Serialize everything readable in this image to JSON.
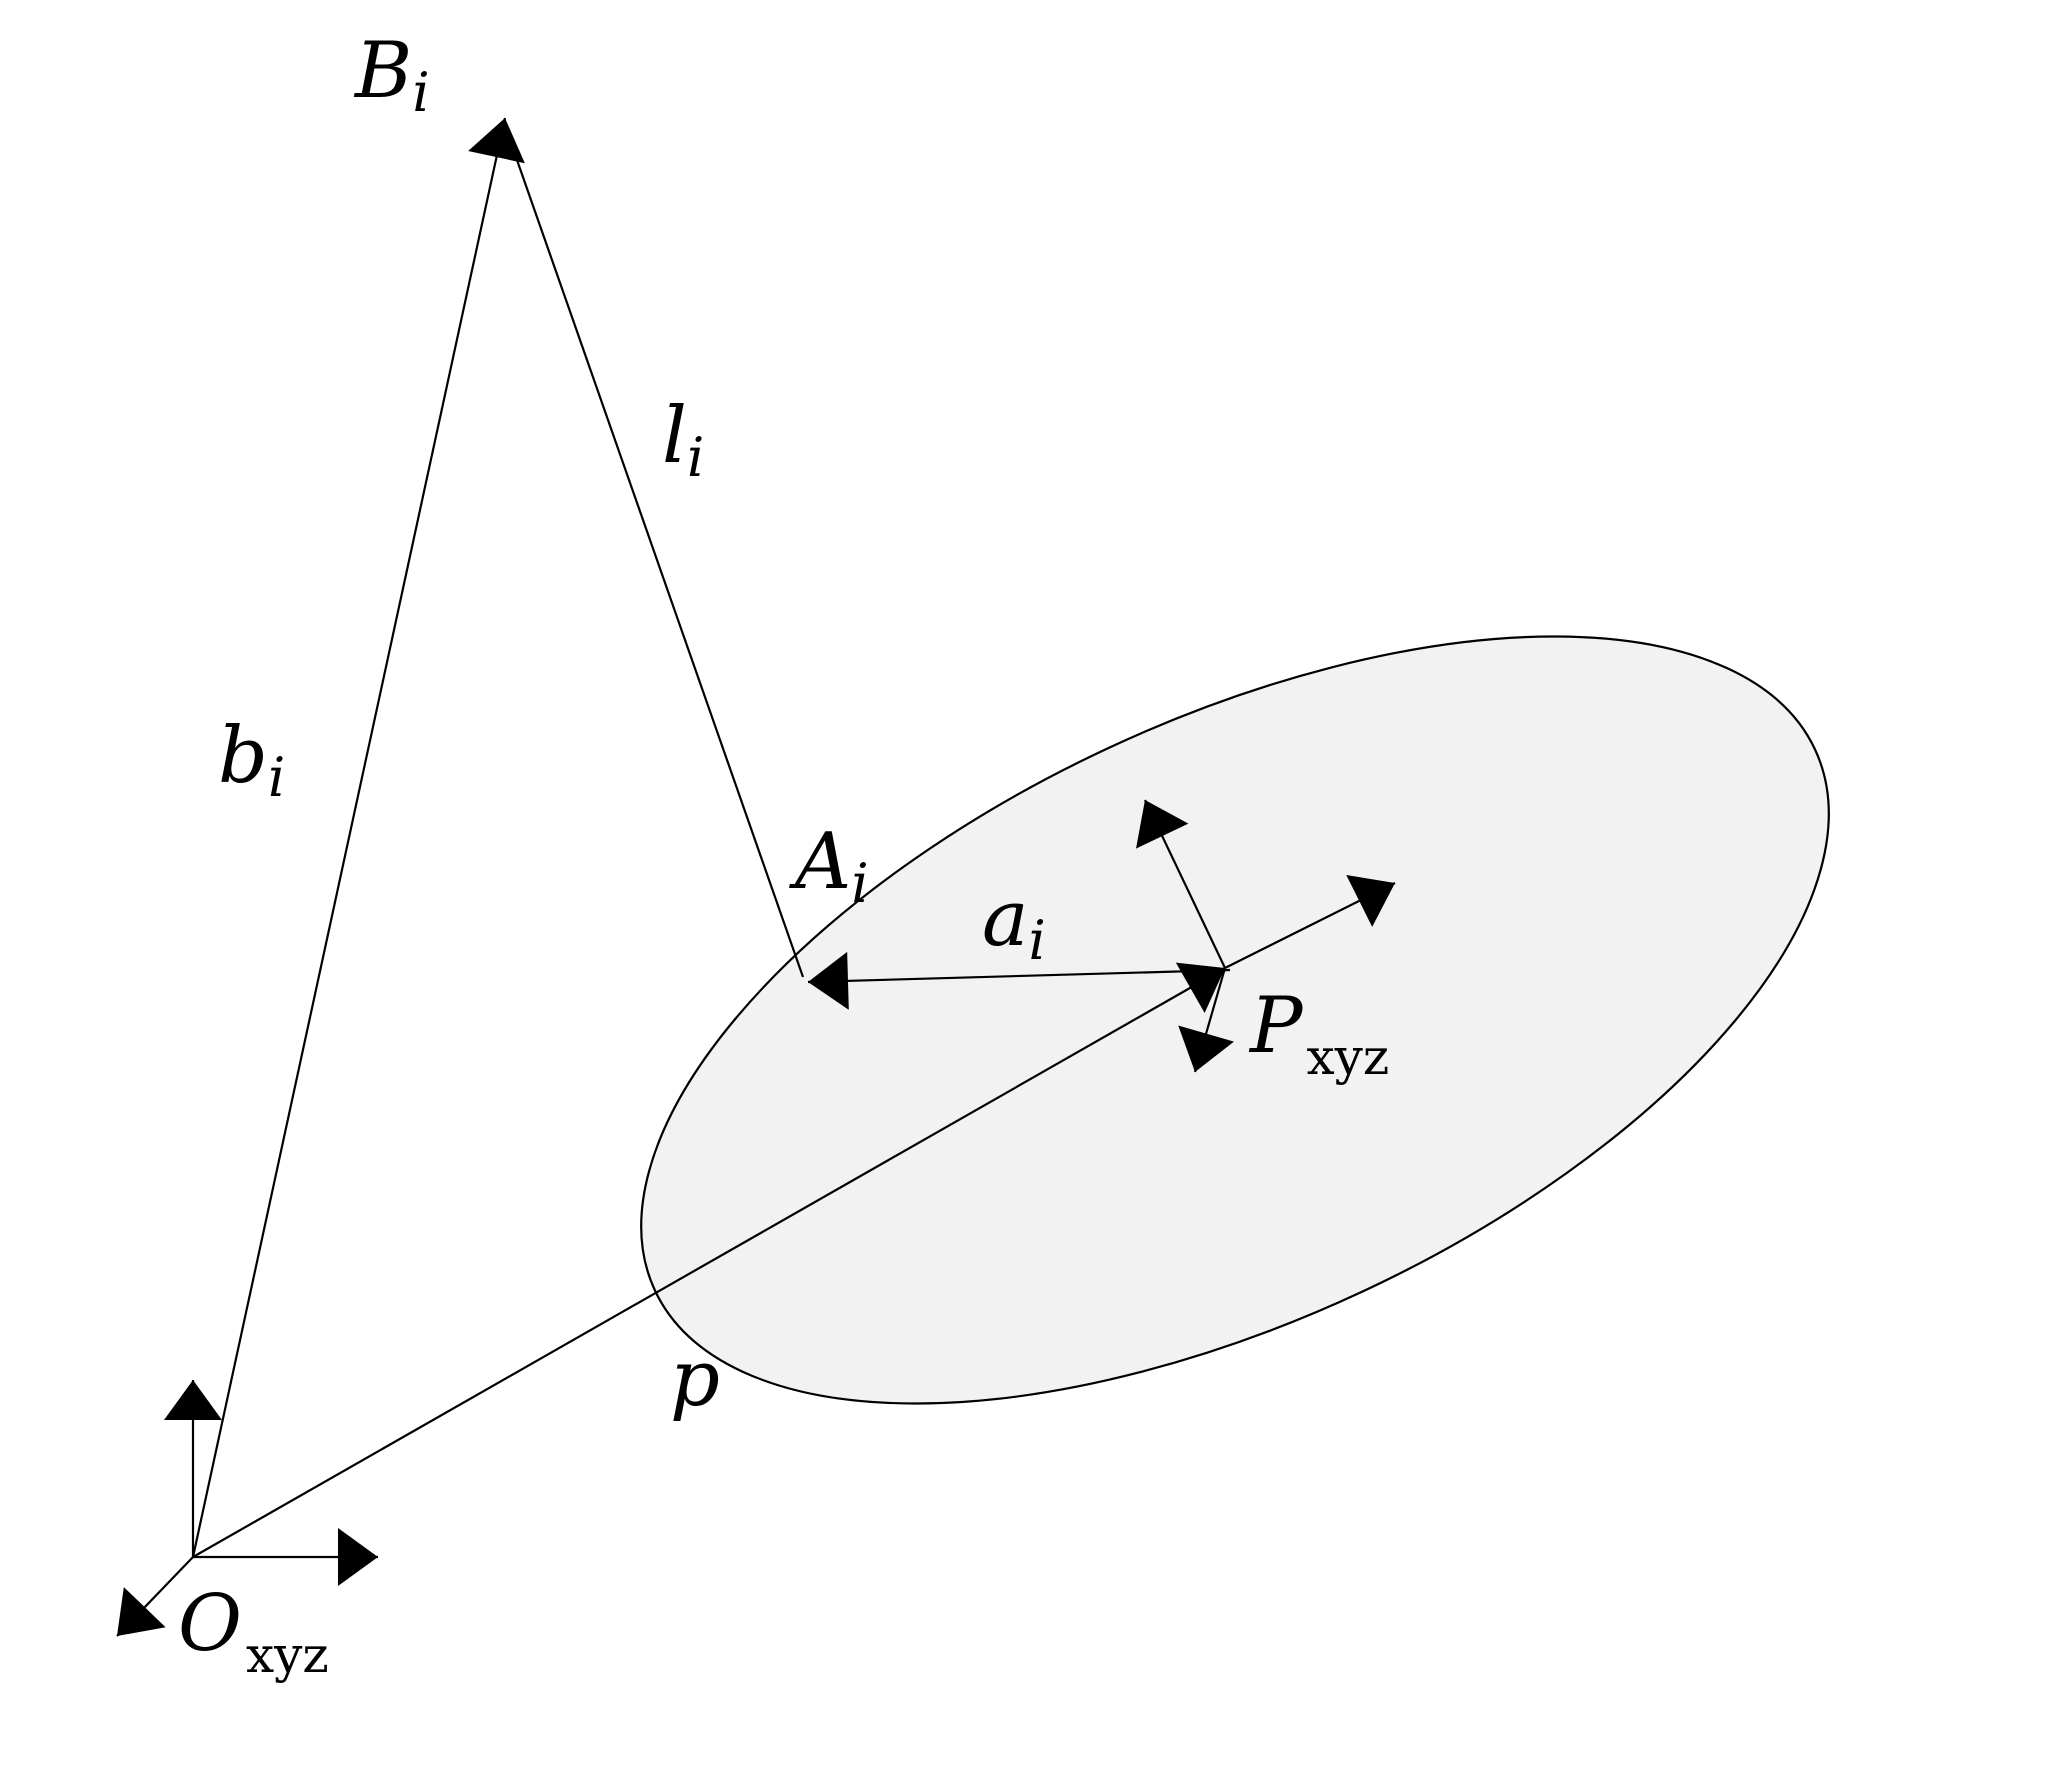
{
  "labels": {
    "B": {
      "main": "B",
      "sub": "i"
    },
    "l": {
      "main": "l",
      "sub": "i"
    },
    "b": {
      "main": "b",
      "sub": "i"
    },
    "A": {
      "main": "A",
      "sub": "i"
    },
    "a": {
      "main": "a",
      "sub": "i"
    },
    "P": {
      "main": "P",
      "sub": "xyz"
    },
    "p": {
      "main": "p"
    },
    "O": {
      "main": "O",
      "sub": "xyz"
    }
  },
  "colors": {
    "stroke": "#000000",
    "platform_fill": "#f2f2f2",
    "background": "#ffffff"
  }
}
